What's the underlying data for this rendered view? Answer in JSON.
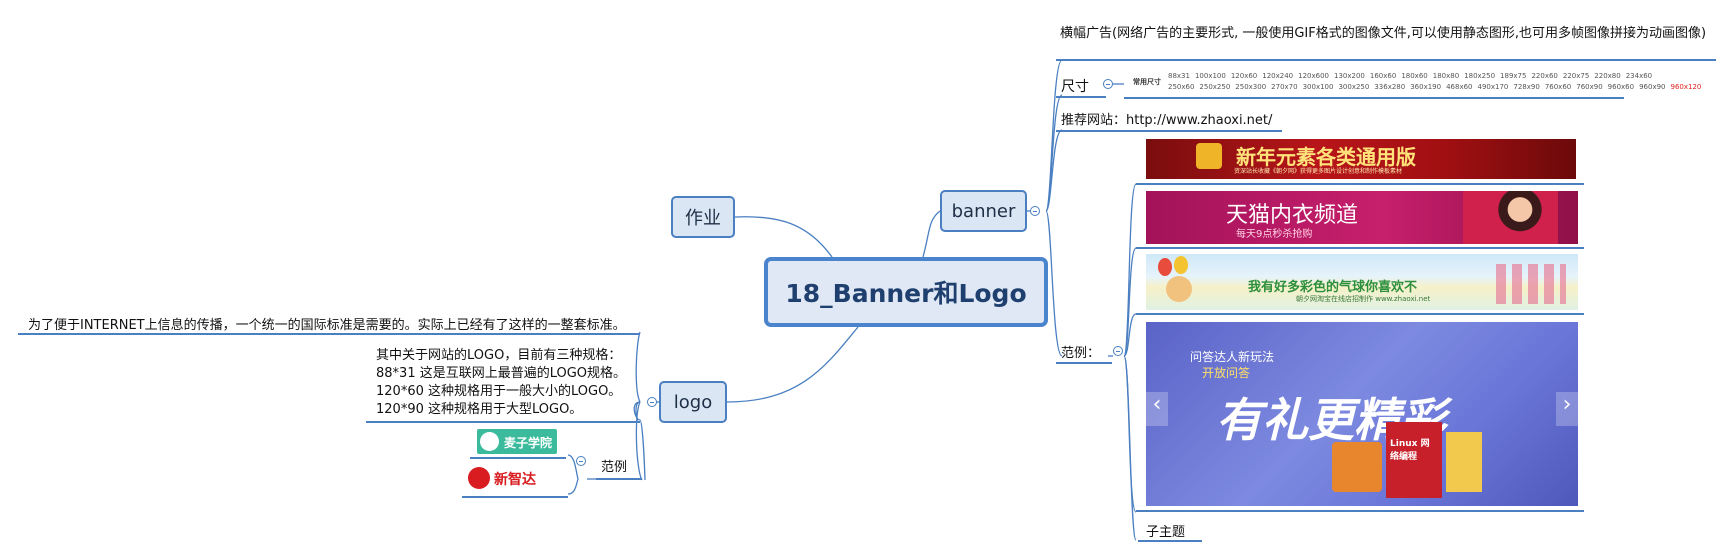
{
  "central": {
    "label": "18_Banner和Logo"
  },
  "topics": {
    "banner": "banner",
    "zuoye": "作业",
    "logo": "logo"
  },
  "banner_branch": {
    "definition": "横幅广告(网络广告的主要形式, 一般使用GIF格式的图像文件,可以使用静态图形,也可用多帧图像拼接为动画图像)",
    "size_label": "尺寸",
    "size_table_label": "常用尺寸",
    "sizes_row1": [
      "88x31",
      "100x100",
      "120x60",
      "120x240",
      "120x600",
      "130x200",
      "160x60",
      "180x60",
      "180x80",
      "180x250",
      "189x75",
      "220x60",
      "220x75",
      "220x80",
      "234x60"
    ],
    "sizes_row2": [
      "250x60",
      "250x250",
      "250x300",
      "270x70",
      "300x100",
      "300x250",
      "336x280",
      "360x190",
      "468x60",
      "490x170",
      "728x90",
      "760x60",
      "760x90",
      "960x60",
      "960x90"
    ],
    "sizes_row2_highlight": "960x120",
    "site": "推荐网站：http://www.zhaoxi.net/",
    "examples_label": "范例：",
    "subtopic": "子主题",
    "banner_images": [
      {
        "title": "新年元素各类通用版",
        "sub": "资深站长收藏《朝夕网》获得更多图片设计创意和制作模板素材"
      },
      {
        "title": "天猫内衣频道",
        "sub": "每天9点秒杀抢购"
      },
      {
        "title": "我有好多彩色的气球你喜欢不",
        "sub": "朝夕网淘宝在线店招制作 www.zhaoxi.net"
      },
      {
        "tagline1": "问答达人新玩法",
        "tagline2": "开放问答",
        "main": "有礼更精彩",
        "book": "Linux 网络编程",
        "prev": "‹",
        "next": "›"
      }
    ]
  },
  "logo_branch": {
    "intro": "为了便于INTERNET上信息的传播，一个统一的国际标准是需要的。实际上已经有了这样的一整套标准。",
    "spec_lines": [
      "其中关于网站的LOGO，目前有三种规格：",
      "88*31 这是互联网上最普遍的LOGO规格。",
      "120*60 这种规格用于一般大小的LOGO。",
      "120*90 这种规格用于大型LOGO。"
    ],
    "examples_label": "范例",
    "logo_images": [
      {
        "name": "麦子学院"
      },
      {
        "name": "新智达"
      }
    ]
  },
  "colors": {
    "line": "#4a7fc1",
    "topic_fill": "#dbe6f4",
    "central_border": "#4a84cc",
    "highlight": "#e02020"
  }
}
